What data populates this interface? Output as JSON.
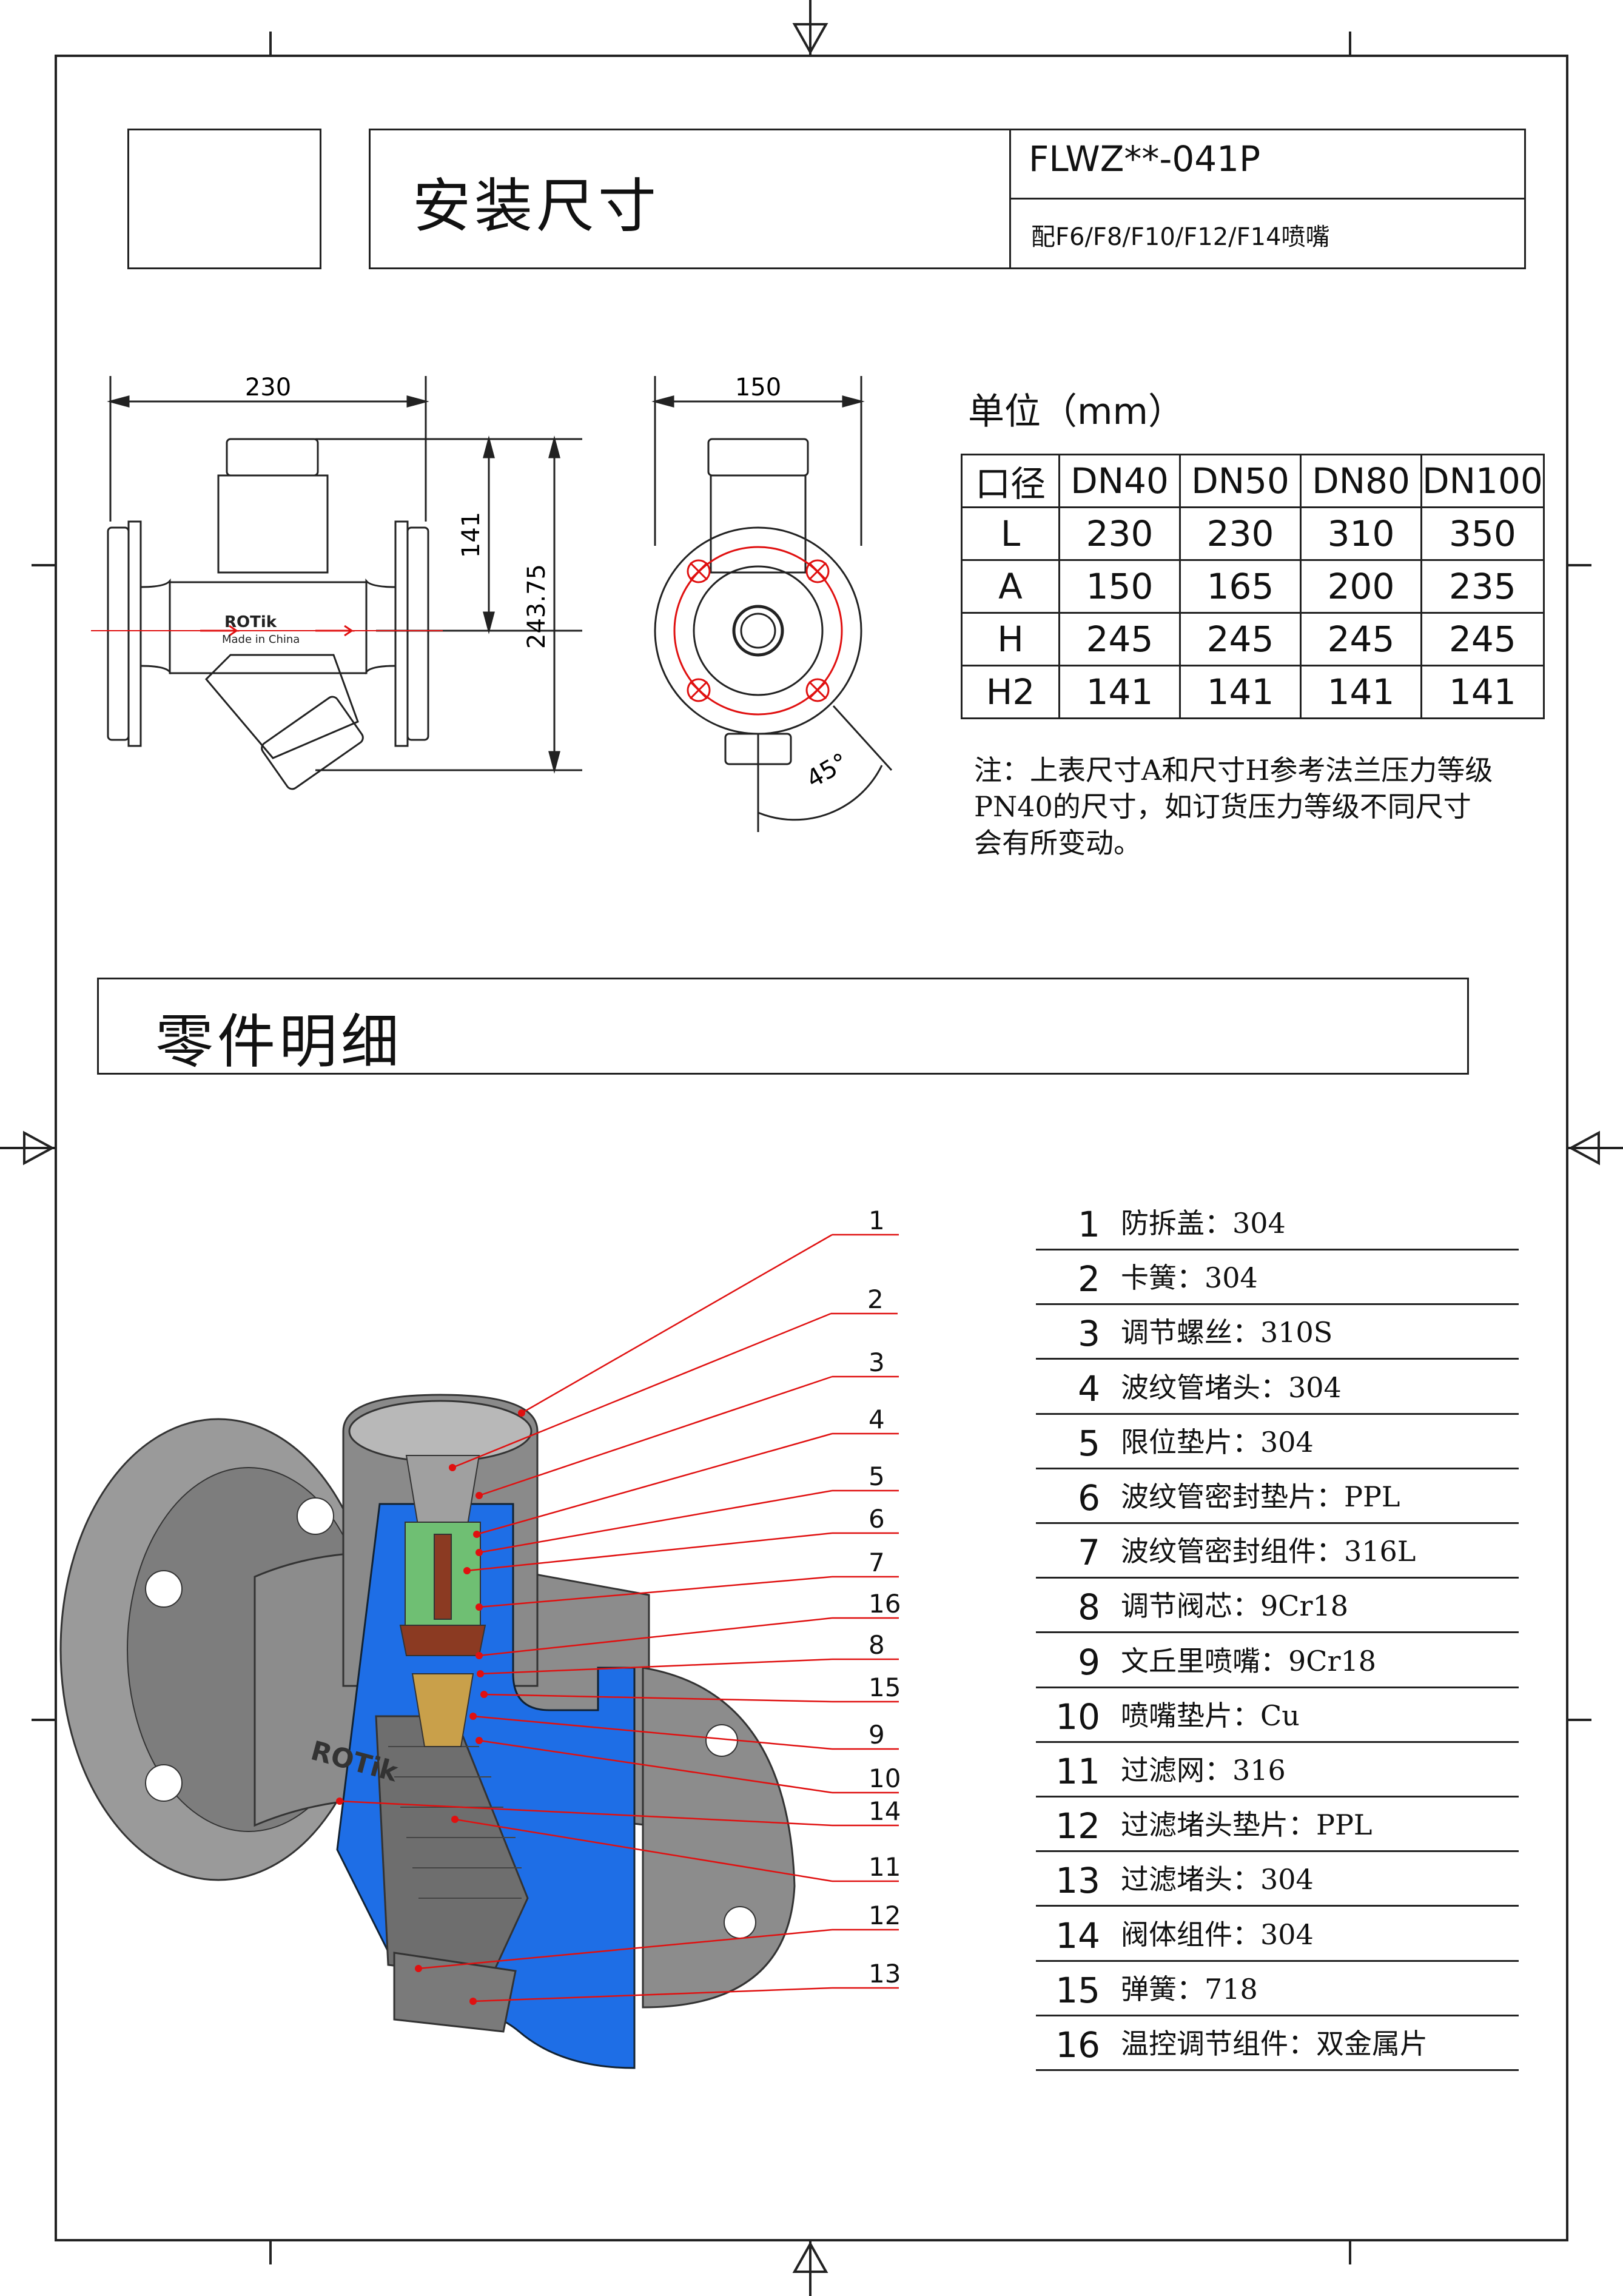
{
  "header": {
    "title": "安装尺寸",
    "model": "FLWZ**-041P",
    "model_sub": "配F6/F8/F10/F12/F14喷嘴"
  },
  "drawing": {
    "front_width": "230",
    "side_width": "150",
    "height_upper": "141",
    "height_total": "243.75",
    "angle": "45°",
    "body_mark_brand": "ROTik",
    "body_mark_origin": "Made in China"
  },
  "dimensions": {
    "unit_label": "单位（mm）",
    "headers": [
      "口径",
      "DN40",
      "DN50",
      "DN80",
      "DN100"
    ],
    "rows": [
      [
        "L",
        "230",
        "230",
        "310",
        "350"
      ],
      [
        "A",
        "150",
        "165",
        "200",
        "235"
      ],
      [
        "H",
        "245",
        "245",
        "245",
        "245"
      ],
      [
        "H2",
        "141",
        "141",
        "141",
        "141"
      ]
    ],
    "note": "注：上表尺寸A和尺寸H参考法兰压力等级PN40的尺寸，如订货压力等级不同尺寸会有所变动。"
  },
  "parts_section": {
    "title": "零件明细",
    "parts": [
      {
        "num": "1",
        "name": "防拆盖：304"
      },
      {
        "num": "2",
        "name": "卡簧：304"
      },
      {
        "num": "3",
        "name": "调节螺丝：310S"
      },
      {
        "num": "4",
        "name": "波纹管堵头：304"
      },
      {
        "num": "5",
        "name": "限位垫片：304"
      },
      {
        "num": "6",
        "name": "波纹管密封垫片：PPL"
      },
      {
        "num": "7",
        "name": "波纹管密封组件：316L"
      },
      {
        "num": "8",
        "name": "调节阀芯：9Cr18"
      },
      {
        "num": "9",
        "name": "文丘里喷嘴：9Cr18"
      },
      {
        "num": "10",
        "name": "喷嘴垫片：Cu"
      },
      {
        "num": "11",
        "name": "过滤网：316"
      },
      {
        "num": "12",
        "name": "过滤堵头垫片：PPL"
      },
      {
        "num": "13",
        "name": "过滤堵头：304"
      },
      {
        "num": "14",
        "name": "阀体组件：304"
      },
      {
        "num": "15",
        "name": "弹簧：718"
      },
      {
        "num": "16",
        "name": "温控调节组件：双金属片"
      }
    ],
    "callouts": [
      "1",
      "2",
      "3",
      "4",
      "5",
      "6",
      "7",
      "16",
      "8",
      "15",
      "9",
      "10",
      "14",
      "11",
      "12",
      "13"
    ]
  },
  "colors": {
    "line": "#222222",
    "leader": "#e01010",
    "section_blue": "#1e6ee6",
    "metal": "#8c8c8c",
    "brass": "#c9a04a",
    "green": "#6fbf73",
    "rust": "#8b3a22"
  }
}
